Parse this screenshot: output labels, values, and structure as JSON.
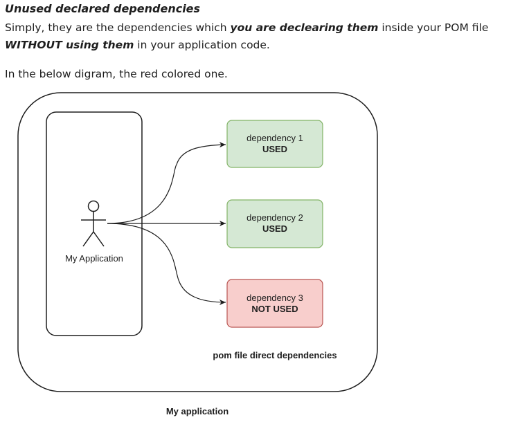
{
  "doc": {
    "heading": "Unused declared dependencies",
    "para1_a": "Simply, they are the dependencies which ",
    "para1_em1": "you are declearing them",
    "para1_b": " inside your POM file ",
    "para1_em2": "WITHOUT using them",
    "para1_c": " in your application code.",
    "para2": "In the below digram, the red colored one."
  },
  "diagram": {
    "app_label": "My Application",
    "dependencies": [
      {
        "name": "dependency 1",
        "status": "USED",
        "fill": "#d5e8d4",
        "stroke": "#82b366"
      },
      {
        "name": "dependency 2",
        "status": "USED",
        "fill": "#d5e8d4",
        "stroke": "#82b366"
      },
      {
        "name": "dependency 3",
        "status": "NOT USED",
        "fill": "#f8cecc",
        "stroke": "#b85450"
      }
    ],
    "group_label": "pom file direct dependencies",
    "outer_label": "My application"
  }
}
